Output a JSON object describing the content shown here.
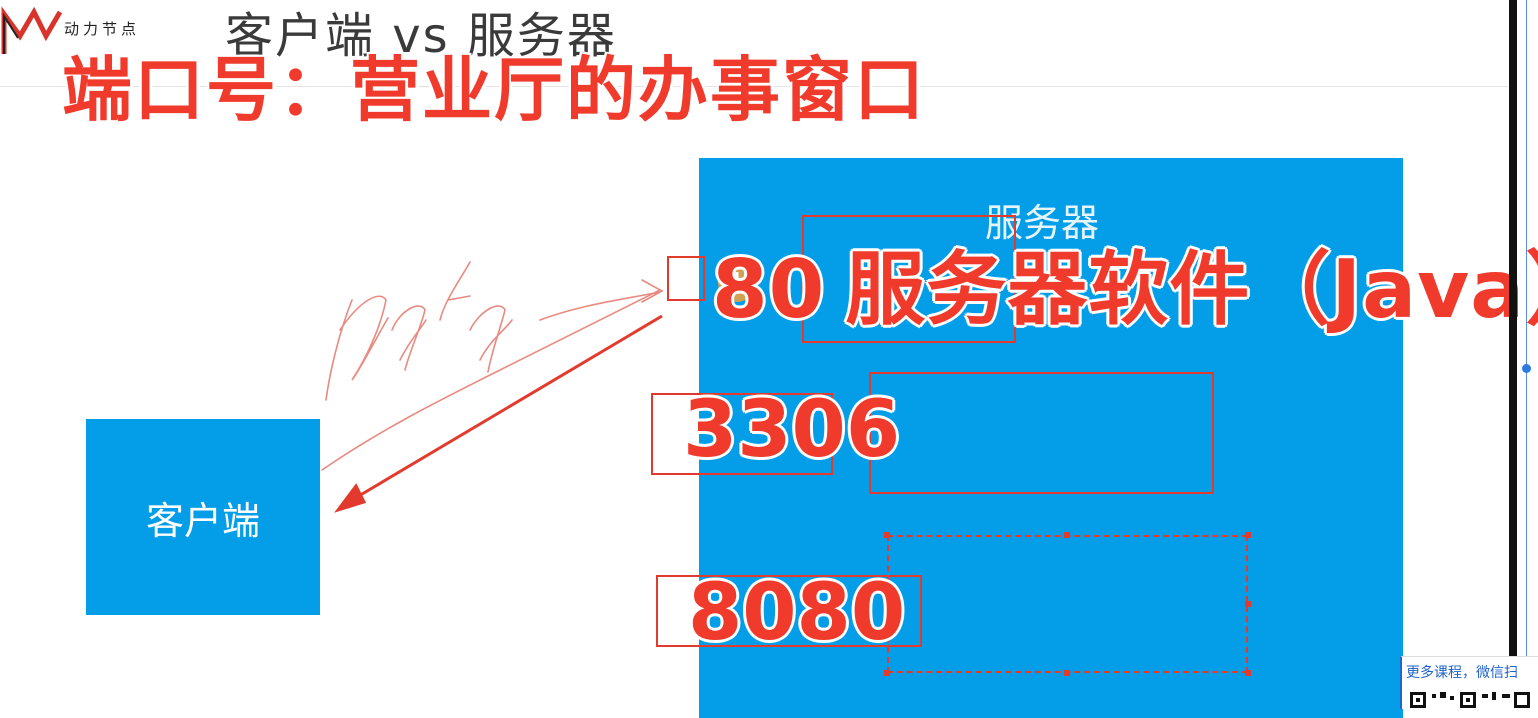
{
  "header": {
    "brand": "动力节点",
    "slide_title": "客户端 vs 服务器",
    "banner": "端口号：营业厅的办事窗口"
  },
  "diagram": {
    "client_label": "客户端",
    "server_label": "服务器",
    "handwritten": "data",
    "ports": [
      {
        "number": "80",
        "note": "服务器软件（Java）"
      },
      {
        "number": "3306"
      },
      {
        "number": "8080"
      }
    ]
  },
  "promo": {
    "text": "更多课程，微信扫"
  },
  "colors": {
    "accent_red": "#ef3a2c",
    "box_blue": "#049ee8"
  }
}
